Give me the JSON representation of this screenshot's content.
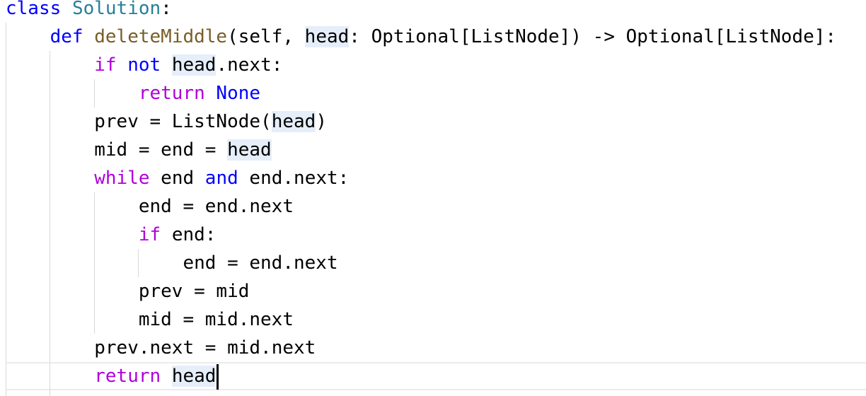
{
  "code": {
    "t_class": "class",
    "t_solution": "Solution",
    "t_colon": ":",
    "t_def": "def",
    "t_fn_name": "deleteMiddle",
    "t_open_self": "(self, ",
    "t_head": "head",
    "t_signature_rest": ": Optional[ListNode]) -> Optional[ListNode]:",
    "t_if": "if",
    "t_not": "not",
    "t_dot_next_colon": ".next:",
    "t_return": "return",
    "t_none": "None",
    "t_prev_assign_listnode": "prev = ListNode(",
    "t_close_paren": ")",
    "t_mid_end_assign": "mid = end = ",
    "t_while": "while",
    "t_end": "end",
    "t_and": "and",
    "t_end_next_colon": "end.next:",
    "t_end_assign_end_next": "end = end.next",
    "t_end_colon": "end:",
    "t_prev_assign_mid": "prev = mid",
    "t_mid_assign_mid_next": "mid = mid.next",
    "t_prev_next_assign": "prev.next = mid.next"
  }
}
